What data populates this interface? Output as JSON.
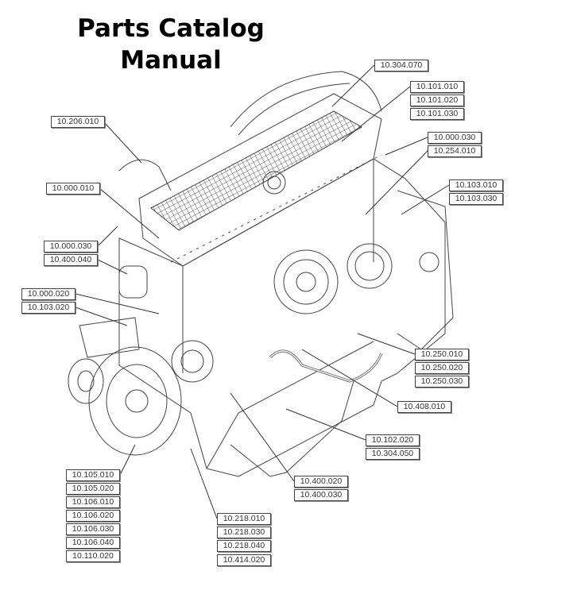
{
  "title": {
    "line1": "Parts Catalog",
    "line2": "Manual"
  },
  "callouts": {
    "c304070": "10.304.070",
    "c101010": "10.101.010",
    "c101020": "10.101.020",
    "c101030": "10.101.030",
    "c206010": "10.206.010",
    "c000030r": "10.000.030",
    "c254010": "10.254.010",
    "c000010": "10.000.010",
    "c103010": "10.103.010",
    "c103030": "10.103.030",
    "c000030l": "10.000.030",
    "c400040": "10.400.040",
    "c000020": "10.000.020",
    "c103020": "10.103.020",
    "c250010": "10.250.010",
    "c250020": "10.250.020",
    "c250030": "10.250.030",
    "c408010": "10.408.010",
    "c102020": "10.102.020",
    "c304050": "10.304.050",
    "c400020": "10.400.020",
    "c400030": "10.400.030",
    "c105010": "10.105.010",
    "c105020": "10.105.020",
    "c106010": "10.106.010",
    "c106020": "10.106.020",
    "c106030": "10.106.030",
    "c106040": "10.106.040",
    "c110020": "10.110.020",
    "c218010": "10.218.010",
    "c218030": "10.218.030",
    "c218040": "10.218.040",
    "c414020": "10.414.020"
  }
}
